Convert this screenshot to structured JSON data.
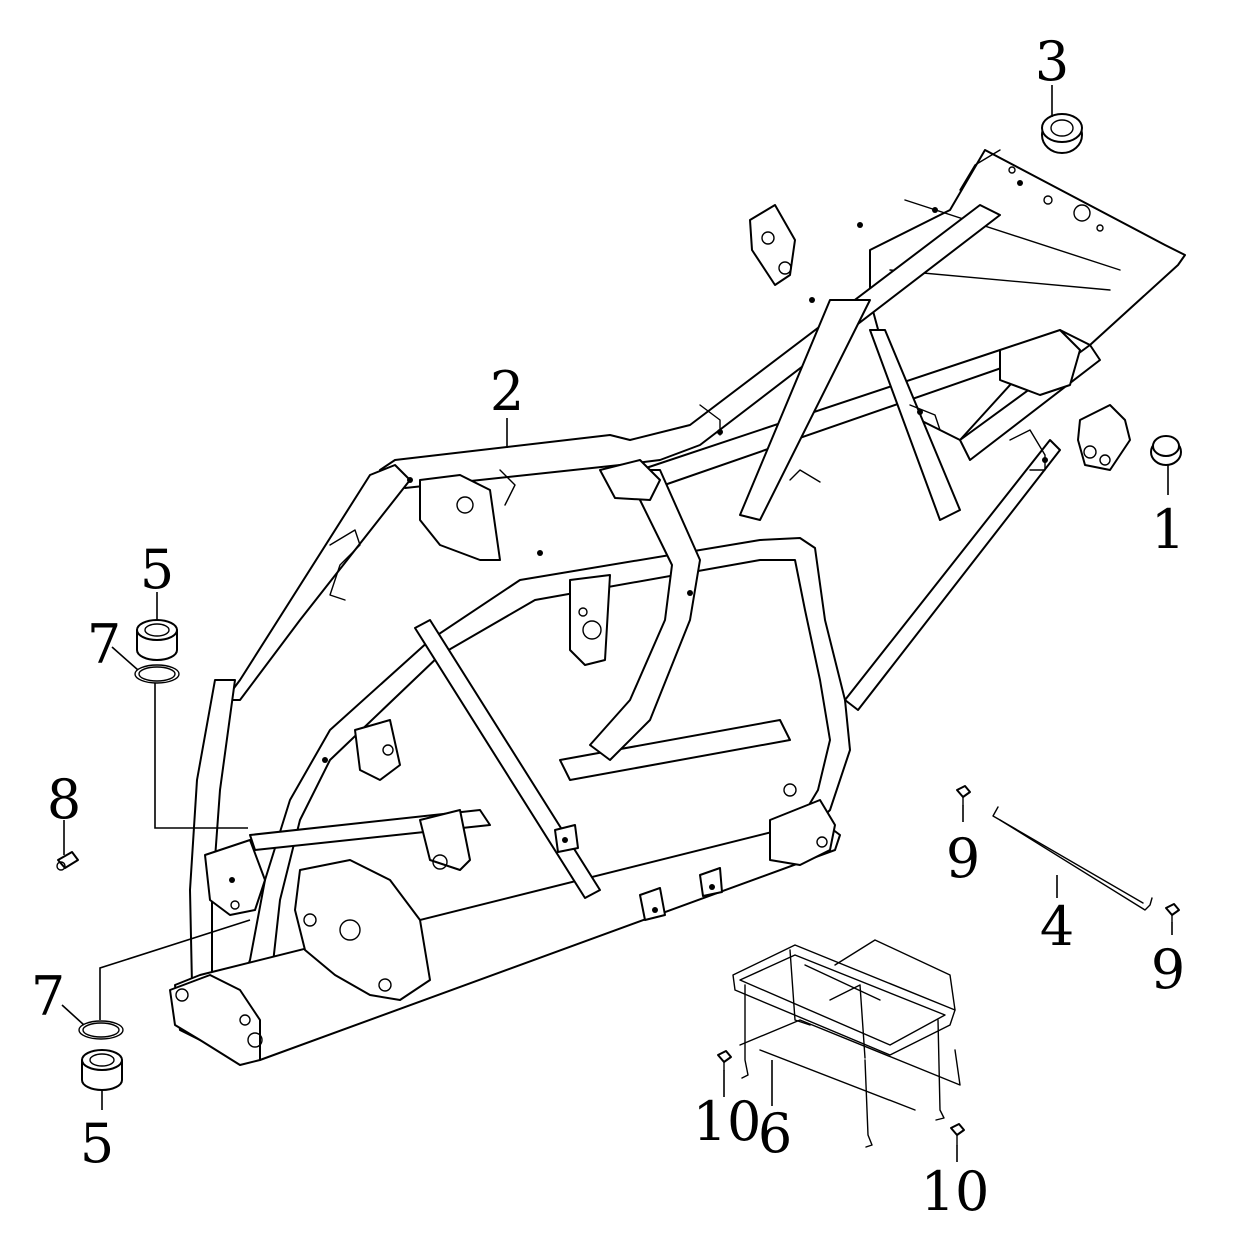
{
  "callouts": {
    "c1": "1",
    "c2": "2",
    "c3": "3",
    "c4": "4",
    "c5a": "5",
    "c5b": "5",
    "c6": "6",
    "c7a": "7",
    "c7b": "7",
    "c8": "8",
    "c9a": "9",
    "c9b": "9",
    "c10a": "10",
    "c10b": "10"
  },
  "colors": {
    "line": "#000000",
    "background": "#ffffff"
  }
}
